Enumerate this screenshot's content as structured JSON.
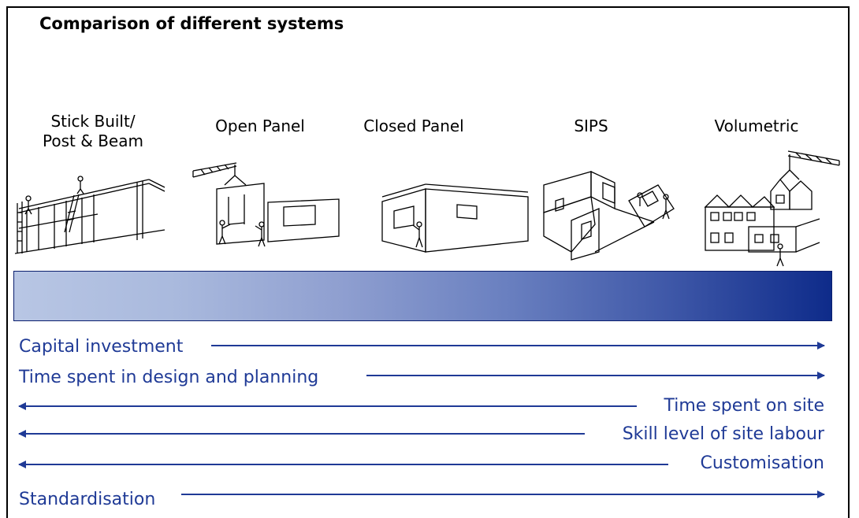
{
  "title": "Comparison of different systems",
  "systems": [
    {
      "label": "Stick Built/\nPost & Beam",
      "icon": "stick-built-construction-icon"
    },
    {
      "label": "Open Panel",
      "icon": "open-panel-crane-icon"
    },
    {
      "label": "Closed Panel",
      "icon": "closed-panel-building-icon"
    },
    {
      "label": "SIPS",
      "icon": "sips-panel-assembly-icon"
    },
    {
      "label": "Volumetric",
      "icon": "volumetric-houses-crane-icon"
    }
  ],
  "gradient_colors": {
    "start": "#b8c6e4",
    "end": "#0e2b8a",
    "border": "#0b1f6e"
  },
  "arrow_color": "#1f3a96",
  "factors": [
    {
      "label": "Capital investment",
      "direction": "right"
    },
    {
      "label": "Time spent in design and planning",
      "direction": "right"
    },
    {
      "label": "Time spent on site",
      "direction": "left"
    },
    {
      "label": "Skill level of site labour",
      "direction": "left"
    },
    {
      "label": "Customisation",
      "direction": "left"
    },
    {
      "label": "Standardisation",
      "direction": "right"
    }
  ]
}
